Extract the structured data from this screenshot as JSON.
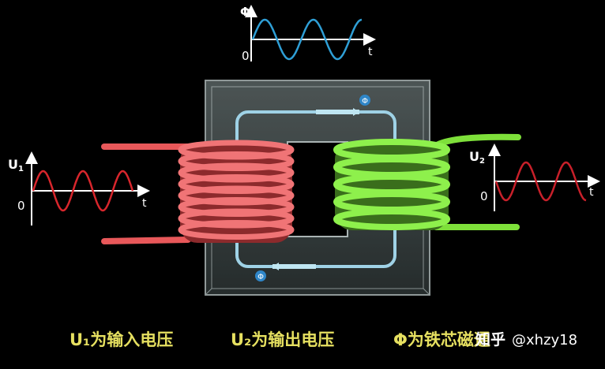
{
  "colors": {
    "background": "#000000",
    "caption": "#e6e060",
    "primary_coil": "#e8585a",
    "secondary_coil": "#7ee03a",
    "primary_wave": "#d8262c",
    "secondary_wave": "#c8202a",
    "flux_wave": "#2f9fd6",
    "flux_path": "#9fd2e6",
    "core": "#9aa8a8"
  },
  "labels": {
    "flux_symbol": "Φ",
    "u1_symbol": "U",
    "u1_subscript": "1",
    "u2_symbol": "U",
    "u2_subscript": "2",
    "origin": "0",
    "time": "t"
  },
  "captions": {
    "u1": "U₁为输入电压",
    "u2": "U₂为输出电压",
    "phi": "Φ为铁芯磁通"
  },
  "watermark": {
    "logo": "知乎",
    "handle": "@xhzy18"
  }
}
